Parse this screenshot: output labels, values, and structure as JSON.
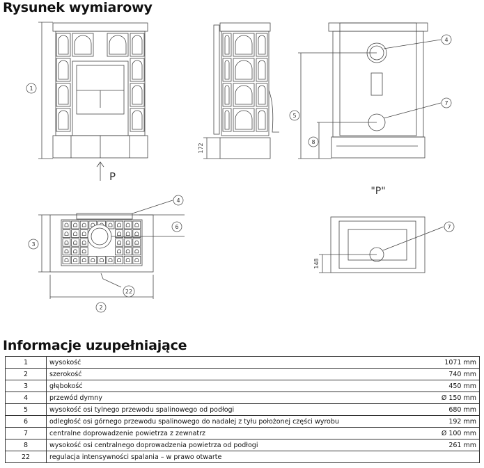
{
  "drawing_title": "Rysunek wymiarowy",
  "info_title": "Informacje uzupełniające",
  "drawing_labels": {
    "callout_1": "1",
    "callout_2": "2",
    "callout_3": "3",
    "callout_4_back": "4",
    "callout_4_top": "4",
    "callout_5": "5",
    "callout_6": "6",
    "callout_7_back": "7",
    "callout_7_bottom": "7",
    "callout_8": "8",
    "callout_22": "22",
    "dim_172": "172",
    "dim_148": "148",
    "view_arrow_p": "P",
    "view_p_label": "\"P\""
  },
  "table": [
    {
      "num": "1",
      "desc": "wysokość",
      "value": "1071 mm"
    },
    {
      "num": "2",
      "desc": "szerokość",
      "value": "740 mm"
    },
    {
      "num": "3",
      "desc": "głębokość",
      "value": "450 mm"
    },
    {
      "num": "4",
      "desc": "przewód dymny",
      "value": "Ø 150 mm"
    },
    {
      "num": "5",
      "desc": "wysokość osi tylnego przewodu spalinowego od podłogi",
      "value": "680 mm"
    },
    {
      "num": "6",
      "desc": "odległość osi górnego przewodu spalinowego do nadalej z tyłu położonej części wyrobu",
      "value": "192 mm"
    },
    {
      "num": "7",
      "desc": "centralne doprowadzenie powietrza z zewnatrz",
      "value": "Ø 100 mm"
    },
    {
      "num": "8",
      "desc": "wysokość osi centralnego doprowadzenia powietrza od podłogi",
      "value": "261 mm"
    },
    {
      "num": "22",
      "desc": "regulacja intensywności spalania – w prawo otwarte",
      "value": ""
    }
  ]
}
